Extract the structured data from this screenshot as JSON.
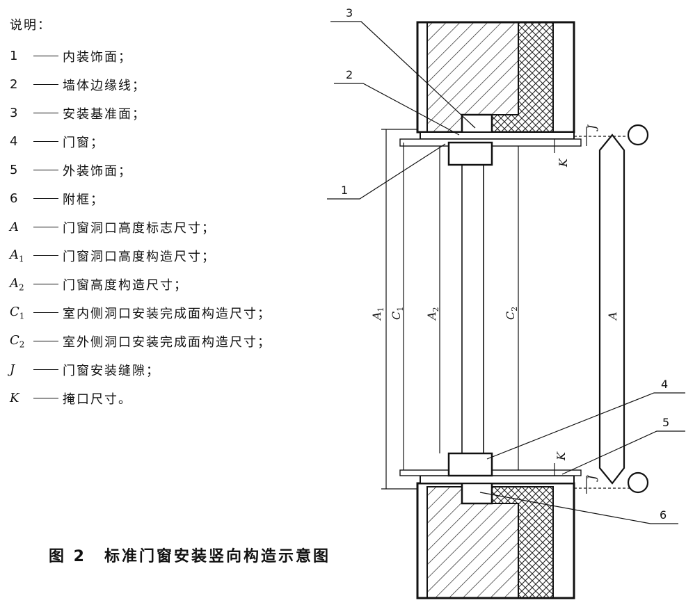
{
  "legend": {
    "heading": "说明：",
    "items": [
      {
        "symbol": "1",
        "sub": "",
        "text": "内装饰面；"
      },
      {
        "symbol": "2",
        "sub": "",
        "text": "墙体边缘线；"
      },
      {
        "symbol": "3",
        "sub": "",
        "text": "安装基准面；"
      },
      {
        "symbol": "4",
        "sub": "",
        "text": "门窗；"
      },
      {
        "symbol": "5",
        "sub": "",
        "text": "外装饰面；"
      },
      {
        "symbol": "6",
        "sub": "",
        "text": "附框；"
      },
      {
        "symbol": "A",
        "sub": "",
        "text": "门窗洞口高度标志尺寸；"
      },
      {
        "symbol": "A",
        "sub": "1",
        "text": "门窗洞口高度构造尺寸；"
      },
      {
        "symbol": "A",
        "sub": "2",
        "text": "门窗高度构造尺寸；"
      },
      {
        "symbol": "C",
        "sub": "1",
        "text": "室内侧洞口安装完成面构造尺寸；"
      },
      {
        "symbol": "C",
        "sub": "2",
        "text": "室外侧洞口安装完成面构造尺寸；"
      },
      {
        "symbol": "J",
        "sub": "",
        "text": "门窗安装缝隙；"
      },
      {
        "symbol": "K",
        "sub": "",
        "text": "掩口尺寸。"
      }
    ]
  },
  "caption": {
    "figure_label": "图 2",
    "title": "标准门窗安装竖向构造示意图"
  },
  "diagram": {
    "callouts": [
      "1",
      "2",
      "3",
      "4",
      "5",
      "6"
    ],
    "dims": {
      "A": "A",
      "A1": "A",
      "A1_sub": "1",
      "C1": "C",
      "C1_sub": "1",
      "A2": "A",
      "A2_sub": "2",
      "C2": "C",
      "C2_sub": "2",
      "J": "J",
      "K": "K"
    }
  }
}
